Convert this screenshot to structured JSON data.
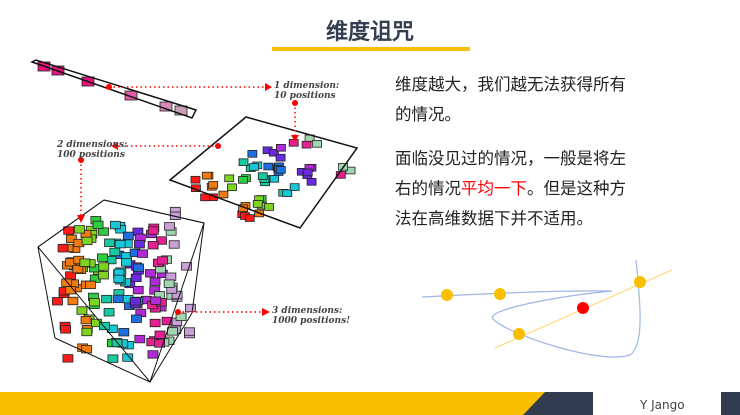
{
  "title": "维度诅咒",
  "paragraphs": {
    "p1_line1": "维度越大，我们越无法获得所有",
    "p1_line2": "的情况。",
    "p2_line1": "面临没见过的情况，一般是将左",
    "p2_line2_a": "右的情况",
    "p2_line2_red": "平均一下",
    "p2_line2_b": "。但是这种方",
    "p2_line3": "法在高维数据下并不适用。"
  },
  "figure": {
    "label_1d": "1 dimension:\n10 positions",
    "label_2d": "2 dimensions:\n100 positions",
    "label_3d": "3 dimensions:\n1000 positions!"
  },
  "footer": {
    "brand": "Y Jango"
  },
  "colors": {
    "accent": "#fbbf00",
    "navy": "#313c4f",
    "highlight": "#ff0000"
  }
}
